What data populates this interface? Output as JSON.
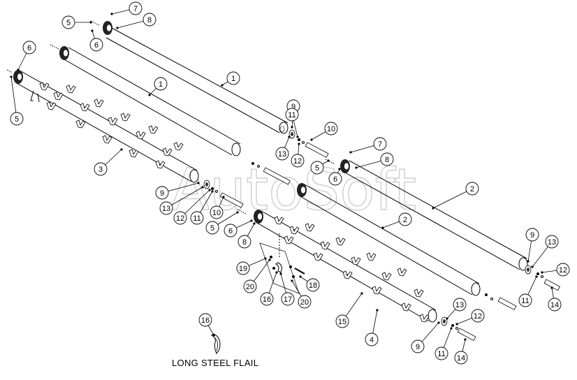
{
  "caption": "LONG STEEL FLAIL",
  "watermark": "AutoSoft",
  "callouts": [
    {
      "id": "c1",
      "label": "1"
    },
    {
      "id": "c2",
      "label": "1"
    },
    {
      "id": "c3",
      "label": "2"
    },
    {
      "id": "c4",
      "label": "2"
    },
    {
      "id": "c5",
      "label": "3"
    },
    {
      "id": "c6",
      "label": "4"
    },
    {
      "id": "c7",
      "label": "5"
    },
    {
      "id": "c8",
      "label": "5"
    },
    {
      "id": "c9",
      "label": "5"
    },
    {
      "id": "c10",
      "label": "5"
    },
    {
      "id": "c11",
      "label": "6"
    },
    {
      "id": "c12",
      "label": "6"
    },
    {
      "id": "c13",
      "label": "6"
    },
    {
      "id": "c14",
      "label": "6"
    },
    {
      "id": "c15",
      "label": "7"
    },
    {
      "id": "c16",
      "label": "7"
    },
    {
      "id": "c17",
      "label": "8"
    },
    {
      "id": "c18",
      "label": "8"
    },
    {
      "id": "c19",
      "label": "8"
    },
    {
      "id": "c20",
      "label": "9"
    },
    {
      "id": "c21",
      "label": "9"
    },
    {
      "id": "c22",
      "label": "9"
    },
    {
      "id": "c23",
      "label": "9"
    },
    {
      "id": "c24",
      "label": "10"
    },
    {
      "id": "c25",
      "label": "10"
    },
    {
      "id": "c26",
      "label": "11"
    },
    {
      "id": "c27",
      "label": "11"
    },
    {
      "id": "c28",
      "label": "11"
    },
    {
      "id": "c29",
      "label": "11"
    },
    {
      "id": "c30",
      "label": "12"
    },
    {
      "id": "c31",
      "label": "12"
    },
    {
      "id": "c32",
      "label": "12"
    },
    {
      "id": "c33",
      "label": "12"
    },
    {
      "id": "c34",
      "label": "13"
    },
    {
      "id": "c35",
      "label": "13"
    },
    {
      "id": "c36",
      "label": "13"
    },
    {
      "id": "c37",
      "label": "13"
    },
    {
      "id": "c38",
      "label": "14"
    },
    {
      "id": "c39",
      "label": "14"
    },
    {
      "id": "c40",
      "label": "15"
    },
    {
      "id": "c41",
      "label": "16"
    },
    {
      "id": "c42",
      "label": "16"
    },
    {
      "id": "c43",
      "label": "17"
    },
    {
      "id": "c44",
      "label": "18"
    },
    {
      "id": "c45",
      "label": "19"
    },
    {
      "id": "c46",
      "label": "20"
    },
    {
      "id": "c47",
      "label": "20"
    }
  ]
}
